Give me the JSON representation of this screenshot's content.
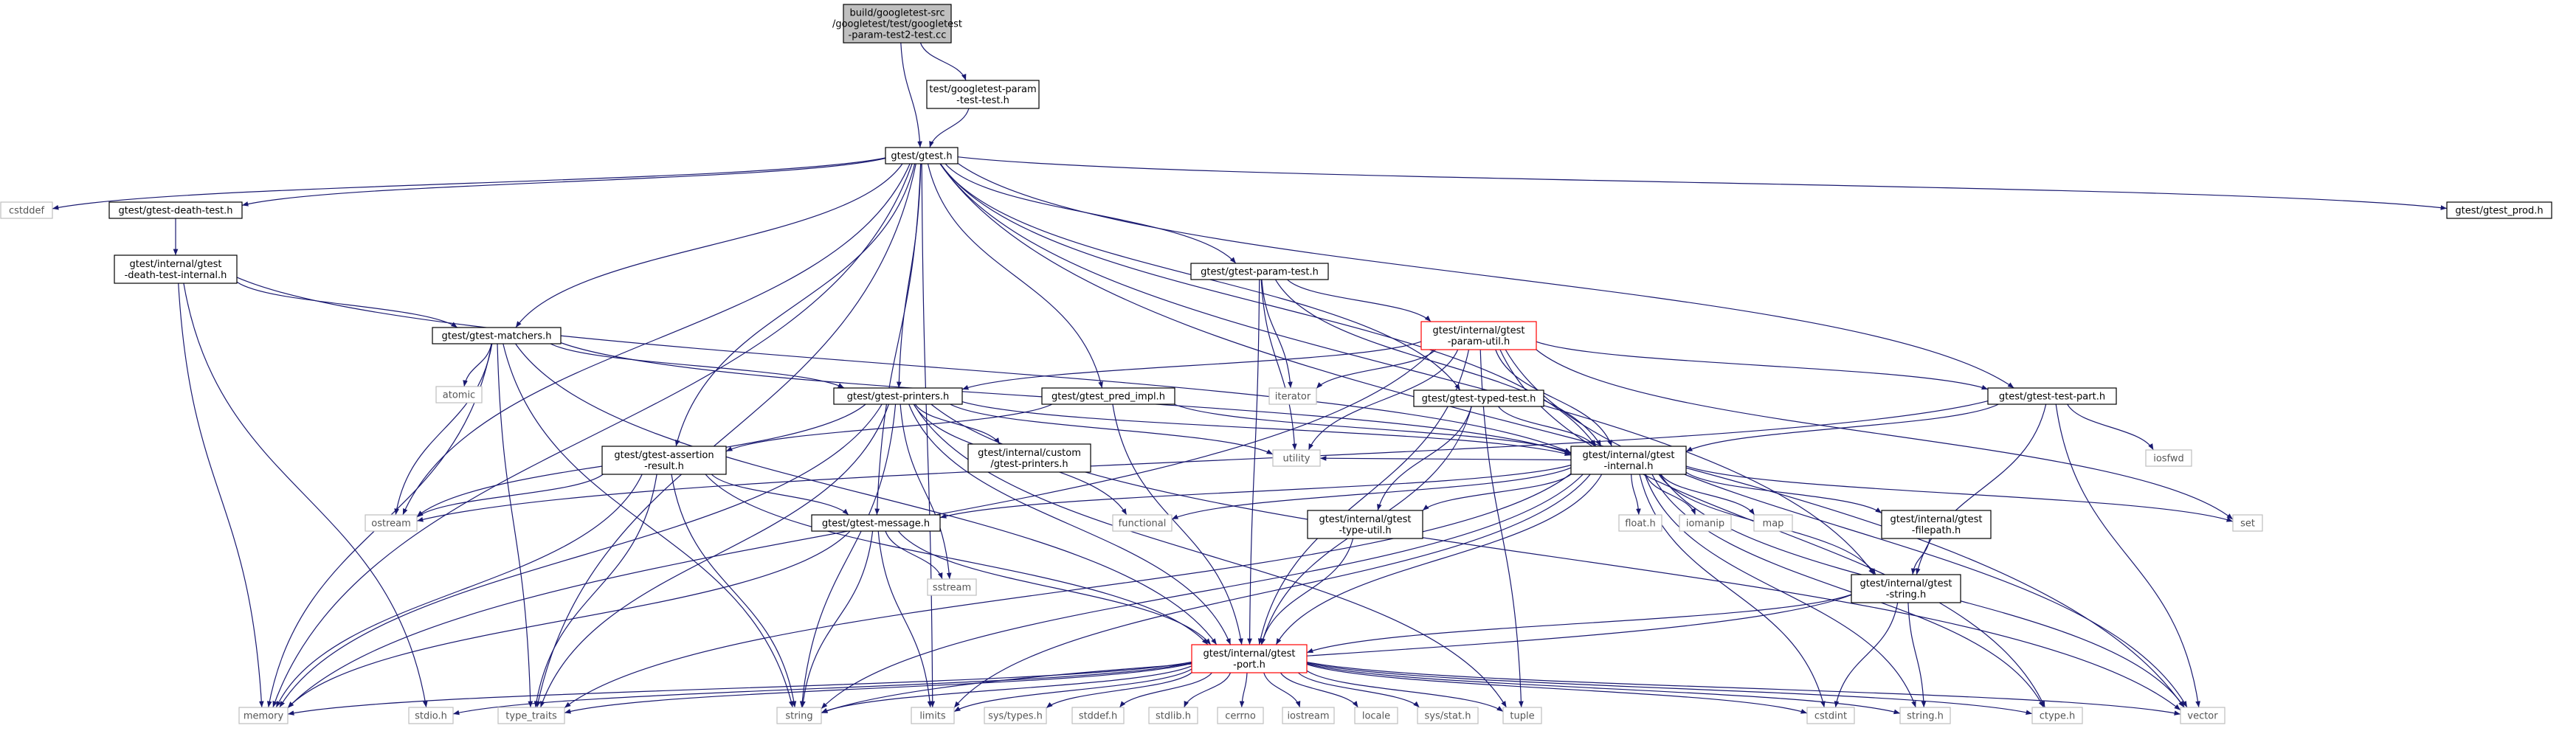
{
  "colors": {
    "edge": "#191970",
    "node_border": "#000000",
    "external_border": "#bfbfbf",
    "external_text": "#555555",
    "highlight_border": "#ff0000",
    "root_fill": "#bfbfbf",
    "background": "#ffffff"
  },
  "nodes": [
    {
      "id": "root",
      "lines": [
        "build/googletest-src",
        "/googletest/test/googletest",
        "-param-test2-test.cc"
      ],
      "kind": "root"
    },
    {
      "id": "param_test_test_h",
      "lines": [
        "test/googletest-param",
        "-test-test.h"
      ],
      "kind": "normal"
    },
    {
      "id": "gtest_h",
      "lines": [
        "gtest/gtest.h"
      ],
      "kind": "normal"
    },
    {
      "id": "cstddef",
      "lines": [
        "cstddef"
      ],
      "kind": "external"
    },
    {
      "id": "death_test_h",
      "lines": [
        "gtest/gtest-death-test.h"
      ],
      "kind": "normal"
    },
    {
      "id": "gtest_prod_h",
      "lines": [
        "gtest/gtest_prod.h"
      ],
      "kind": "normal"
    },
    {
      "id": "death_test_internal_h",
      "lines": [
        "gtest/internal/gtest",
        "-death-test-internal.h"
      ],
      "kind": "normal"
    },
    {
      "id": "param_test_h",
      "lines": [
        "gtest/gtest-param-test.h"
      ],
      "kind": "normal"
    },
    {
      "id": "matchers_h",
      "lines": [
        "gtest/gtest-matchers.h"
      ],
      "kind": "normal"
    },
    {
      "id": "param_util_h",
      "lines": [
        "gtest/internal/gtest",
        "-param-util.h"
      ],
      "kind": "highlight"
    },
    {
      "id": "atomic",
      "lines": [
        "atomic"
      ],
      "kind": "external"
    },
    {
      "id": "printers_h",
      "lines": [
        "gtest/gtest-printers.h"
      ],
      "kind": "normal"
    },
    {
      "id": "pred_impl_h",
      "lines": [
        "gtest/gtest_pred_impl.h"
      ],
      "kind": "normal"
    },
    {
      "id": "iterator",
      "lines": [
        "iterator"
      ],
      "kind": "external"
    },
    {
      "id": "test_part_h",
      "lines": [
        "gtest/gtest-test-part.h"
      ],
      "kind": "normal"
    },
    {
      "id": "typed_test_h",
      "lines": [
        "gtest/gtest-typed-test.h"
      ],
      "kind": "normal"
    },
    {
      "id": "utility",
      "lines": [
        "utility"
      ],
      "kind": "external"
    },
    {
      "id": "iosfwd",
      "lines": [
        "iosfwd"
      ],
      "kind": "external"
    },
    {
      "id": "assertion_result_h",
      "lines": [
        "gtest/gtest-assertion",
        "-result.h"
      ],
      "kind": "normal"
    },
    {
      "id": "custom_printers_h",
      "lines": [
        "gtest/internal/custom",
        "/gtest-printers.h"
      ],
      "kind": "normal"
    },
    {
      "id": "internal_h",
      "lines": [
        "gtest/internal/gtest",
        "-internal.h"
      ],
      "kind": "normal"
    },
    {
      "id": "ostream",
      "lines": [
        "ostream"
      ],
      "kind": "external"
    },
    {
      "id": "message_h",
      "lines": [
        "gtest/gtest-message.h"
      ],
      "kind": "normal"
    },
    {
      "id": "functional",
      "lines": [
        "functional"
      ],
      "kind": "external"
    },
    {
      "id": "type_util_h",
      "lines": [
        "gtest/internal/gtest",
        "-type-util.h"
      ],
      "kind": "normal"
    },
    {
      "id": "float_h",
      "lines": [
        "float.h"
      ],
      "kind": "external"
    },
    {
      "id": "iomanip",
      "lines": [
        "iomanip"
      ],
      "kind": "external"
    },
    {
      "id": "map",
      "lines": [
        "map"
      ],
      "kind": "external"
    },
    {
      "id": "filepath_h",
      "lines": [
        "gtest/internal/gtest",
        "-filepath.h"
      ],
      "kind": "normal"
    },
    {
      "id": "set",
      "lines": [
        "set"
      ],
      "kind": "external"
    },
    {
      "id": "sstream",
      "lines": [
        "sstream"
      ],
      "kind": "external"
    },
    {
      "id": "string_internal_h",
      "lines": [
        "gtest/internal/gtest",
        "-string.h"
      ],
      "kind": "normal"
    },
    {
      "id": "port_h",
      "lines": [
        "gtest/internal/gtest",
        "-port.h"
      ],
      "kind": "highlight"
    },
    {
      "id": "memory",
      "lines": [
        "memory"
      ],
      "kind": "external"
    },
    {
      "id": "stdio_h",
      "lines": [
        "stdio.h"
      ],
      "kind": "external"
    },
    {
      "id": "type_traits",
      "lines": [
        "type_traits"
      ],
      "kind": "external"
    },
    {
      "id": "string",
      "lines": [
        "string"
      ],
      "kind": "external"
    },
    {
      "id": "limits",
      "lines": [
        "limits"
      ],
      "kind": "external"
    },
    {
      "id": "sys_types_h",
      "lines": [
        "sys/types.h"
      ],
      "kind": "external"
    },
    {
      "id": "stddef_h",
      "lines": [
        "stddef.h"
      ],
      "kind": "external"
    },
    {
      "id": "stdlib_h",
      "lines": [
        "stdlib.h"
      ],
      "kind": "external"
    },
    {
      "id": "cerrno",
      "lines": [
        "cerrno"
      ],
      "kind": "external"
    },
    {
      "id": "iostream",
      "lines": [
        "iostream"
      ],
      "kind": "external"
    },
    {
      "id": "locale",
      "lines": [
        "locale"
      ],
      "kind": "external"
    },
    {
      "id": "sys_stat_h",
      "lines": [
        "sys/stat.h"
      ],
      "kind": "external"
    },
    {
      "id": "tuple",
      "lines": [
        "tuple"
      ],
      "kind": "external"
    },
    {
      "id": "cstdint",
      "lines": [
        "cstdint"
      ],
      "kind": "external"
    },
    {
      "id": "string_h",
      "lines": [
        "string.h"
      ],
      "kind": "external"
    },
    {
      "id": "ctype_h",
      "lines": [
        "ctype.h"
      ],
      "kind": "external"
    },
    {
      "id": "vector",
      "lines": [
        "vector"
      ],
      "kind": "external"
    }
  ],
  "edges": [
    [
      "root",
      "param_test_test_h"
    ],
    [
      "root",
      "gtest_h"
    ],
    [
      "param_test_test_h",
      "gtest_h"
    ],
    [
      "gtest_h",
      "cstddef"
    ],
    [
      "gtest_h",
      "death_test_h"
    ],
    [
      "gtest_h",
      "gtest_prod_h"
    ],
    [
      "gtest_h",
      "param_test_h"
    ],
    [
      "gtest_h",
      "matchers_h"
    ],
    [
      "gtest_h",
      "printers_h"
    ],
    [
      "gtest_h",
      "pred_impl_h"
    ],
    [
      "gtest_h",
      "test_part_h"
    ],
    [
      "gtest_h",
      "typed_test_h"
    ],
    [
      "gtest_h",
      "assertion_result_h"
    ],
    [
      "gtest_h",
      "message_h"
    ],
    [
      "gtest_h",
      "internal_h"
    ],
    [
      "gtest_h",
      "string_internal_h"
    ],
    [
      "gtest_h",
      "ostream"
    ],
    [
      "gtest_h",
      "memory"
    ],
    [
      "gtest_h",
      "type_traits"
    ],
    [
      "gtest_h",
      "limits"
    ],
    [
      "gtest_h",
      "vector"
    ],
    [
      "death_test_h",
      "death_test_internal_h"
    ],
    [
      "death_test_internal_h",
      "matchers_h"
    ],
    [
      "death_test_internal_h",
      "internal_h"
    ],
    [
      "death_test_internal_h",
      "memory"
    ],
    [
      "death_test_internal_h",
      "stdio_h"
    ],
    [
      "param_test_h",
      "param_util_h"
    ],
    [
      "param_test_h",
      "internal_h"
    ],
    [
      "param_test_h",
      "port_h"
    ],
    [
      "param_test_h",
      "iterator"
    ],
    [
      "param_test_h",
      "utility"
    ],
    [
      "matchers_h",
      "printers_h"
    ],
    [
      "matchers_h",
      "internal_h"
    ],
    [
      "matchers_h",
      "port_h"
    ],
    [
      "matchers_h",
      "atomic"
    ],
    [
      "matchers_h",
      "ostream"
    ],
    [
      "matchers_h",
      "memory"
    ],
    [
      "matchers_h",
      "type_traits"
    ],
    [
      "matchers_h",
      "string"
    ],
    [
      "param_util_h",
      "printers_h"
    ],
    [
      "param_util_h",
      "test_part_h"
    ],
    [
      "param_util_h",
      "internal_h"
    ],
    [
      "param_util_h",
      "port_h"
    ],
    [
      "param_util_h",
      "iterator"
    ],
    [
      "param_util_h",
      "utility"
    ],
    [
      "param_util_h",
      "set"
    ],
    [
      "param_util_h",
      "tuple"
    ],
    [
      "param_util_h",
      "vector"
    ],
    [
      "param_util_h",
      "ctype_h"
    ],
    [
      "param_util_h",
      "memory"
    ],
    [
      "printers_h",
      "custom_printers_h"
    ],
    [
      "printers_h",
      "internal_h"
    ],
    [
      "printers_h",
      "port_h"
    ],
    [
      "printers_h",
      "functional"
    ],
    [
      "printers_h",
      "ostream"
    ],
    [
      "printers_h",
      "sstream"
    ],
    [
      "printers_h",
      "string"
    ],
    [
      "printers_h",
      "tuple"
    ],
    [
      "printers_h",
      "type_traits"
    ],
    [
      "printers_h",
      "utility"
    ],
    [
      "printers_h",
      "vector"
    ],
    [
      "printers_h",
      "memory"
    ],
    [
      "pred_impl_h",
      "assertion_result_h"
    ],
    [
      "pred_impl_h",
      "internal_h"
    ],
    [
      "pred_impl_h",
      "port_h"
    ],
    [
      "test_part_h",
      "internal_h"
    ],
    [
      "test_part_h",
      "string_internal_h"
    ],
    [
      "test_part_h",
      "iosfwd"
    ],
    [
      "test_part_h",
      "ostream"
    ],
    [
      "test_part_h",
      "vector"
    ],
    [
      "typed_test_h",
      "internal_h"
    ],
    [
      "typed_test_h",
      "port_h"
    ],
    [
      "typed_test_h",
      "type_util_h"
    ],
    [
      "assertion_result_h",
      "message_h"
    ],
    [
      "assertion_result_h",
      "port_h"
    ],
    [
      "assertion_result_h",
      "ostream"
    ],
    [
      "assertion_result_h",
      "memory"
    ],
    [
      "assertion_result_h",
      "string"
    ],
    [
      "assertion_result_h",
      "type_traits"
    ],
    [
      "internal_h",
      "message_h"
    ],
    [
      "internal_h",
      "filepath_h"
    ],
    [
      "internal_h",
      "string_internal_h"
    ],
    [
      "internal_h",
      "type_util_h"
    ],
    [
      "internal_h",
      "port_h"
    ],
    [
      "internal_h",
      "functional"
    ],
    [
      "internal_h",
      "float_h"
    ],
    [
      "internal_h",
      "iomanip"
    ],
    [
      "internal_h",
      "map"
    ],
    [
      "internal_h",
      "set"
    ],
    [
      "internal_h",
      "string"
    ],
    [
      "internal_h",
      "type_traits"
    ],
    [
      "internal_h",
      "utility"
    ],
    [
      "internal_h",
      "vector"
    ],
    [
      "internal_h",
      "limits"
    ],
    [
      "internal_h",
      "cstdint"
    ],
    [
      "internal_h",
      "string_h"
    ],
    [
      "internal_h",
      "ctype_h"
    ],
    [
      "message_h",
      "port_h"
    ],
    [
      "message_h",
      "sstream"
    ],
    [
      "message_h",
      "memory"
    ],
    [
      "message_h",
      "limits"
    ],
    [
      "message_h",
      "string"
    ],
    [
      "type_util_h",
      "port_h"
    ],
    [
      "filepath_h",
      "string_internal_h"
    ],
    [
      "string_internal_h",
      "port_h"
    ],
    [
      "string_internal_h",
      "cstdint"
    ],
    [
      "string_internal_h",
      "string_h"
    ],
    [
      "string_internal_h",
      "string"
    ],
    [
      "port_h",
      "memory"
    ],
    [
      "port_h",
      "stdio_h"
    ],
    [
      "port_h",
      "type_traits"
    ],
    [
      "port_h",
      "string"
    ],
    [
      "port_h",
      "limits"
    ],
    [
      "port_h",
      "sys_types_h"
    ],
    [
      "port_h",
      "stddef_h"
    ],
    [
      "port_h",
      "stdlib_h"
    ],
    [
      "port_h",
      "cerrno"
    ],
    [
      "port_h",
      "iostream"
    ],
    [
      "port_h",
      "locale"
    ],
    [
      "port_h",
      "sys_stat_h"
    ],
    [
      "port_h",
      "tuple"
    ],
    [
      "port_h",
      "cstdint"
    ],
    [
      "port_h",
      "string_h"
    ],
    [
      "port_h",
      "ctype_h"
    ],
    [
      "port_h",
      "vector"
    ]
  ]
}
